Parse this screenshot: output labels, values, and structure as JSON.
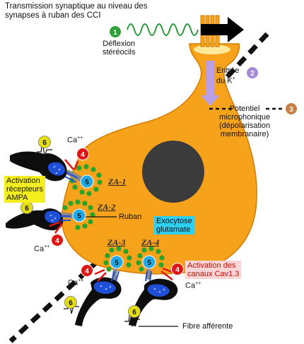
{
  "title": "Transmission synaptique au niveau des synapses à ruban des CCI",
  "labels": {
    "deflexion": "Déflexion\nstéréocils",
    "entree": "Entrée\ndu K",
    "entree_sup": "+",
    "potentiel": "Potentiel\nmicrophonique\n(dépolarisation\nmembranaire)",
    "activation_recepteurs": "Activation\nrécepteurs\nAMPA",
    "ruban": "Ruban",
    "exocytose": "Exocytose\nglutamate",
    "activation_canaux": "Activation des\ncanaux Cav1.3",
    "fibre": "Fibre afférente",
    "ca": "Ca",
    "ca_sup": "++"
  },
  "zones": [
    "ZA-1",
    "ZA-2",
    "ZA-3",
    "ZA-4"
  ],
  "step_numbers": [
    "1",
    "2",
    "3",
    "4",
    "5",
    "6"
  ],
  "colors": {
    "cell": "#f7a21b",
    "cell_stroke": "#d27b00",
    "nucleus": "#3b3b3b",
    "step1": "#2ea03a",
    "step2": "#a78ad6",
    "step3": "#c77f45",
    "step4": "#e01616",
    "step5": "#1fa9e6",
    "step6": "#e4dc14",
    "vesicle": "#29a329",
    "ribbon": "#8a8a8a",
    "terminal": "#0d0d0d",
    "receptor": "#1f4fd6",
    "arrow_k": "#b9a0e6",
    "wave": "#1a8f2a",
    "annotation_yellow": "#f4ee1e",
    "annotation_cyan": "#2dd0f0",
    "annotation_pink": "#ffd6d6"
  },
  "icons": {
    "step-badge": "numbered-circle",
    "deflection-arrow": "black-arrow",
    "spike-trace": "action-potential-icon"
  }
}
